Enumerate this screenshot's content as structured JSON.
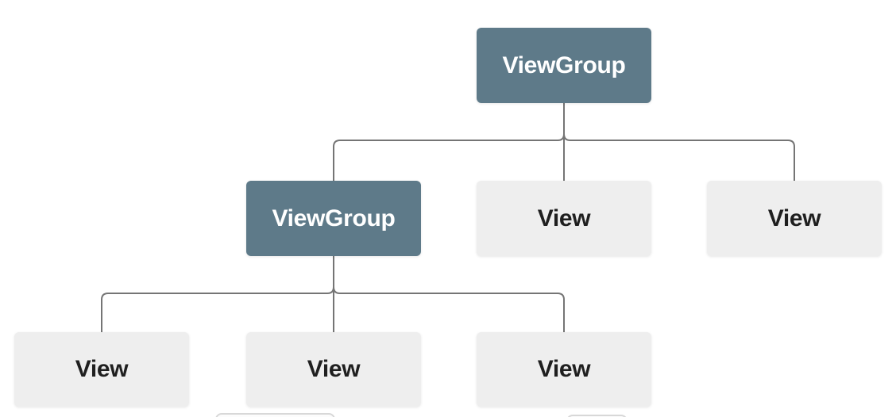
{
  "diagram": {
    "title": "view-hierarchy-tree",
    "colors": {
      "background": "#ffffff",
      "viewgroup_fill": "#5e7a89",
      "viewgroup_text": "#ffffff",
      "view_fill": "#eeeeee",
      "view_text": "#1f1f1f",
      "connector": "#757575",
      "partial_box_border": "#d8d8d8"
    },
    "nodes": [
      {
        "id": "root-viewgroup",
        "label": "ViewGroup",
        "type": "viewgroup",
        "row": 1
      },
      {
        "id": "child-viewgroup",
        "label": "ViewGroup",
        "type": "viewgroup",
        "row": 2
      },
      {
        "id": "child-view-1",
        "label": "View",
        "type": "view",
        "row": 2
      },
      {
        "id": "child-view-2",
        "label": "View",
        "type": "view",
        "row": 2
      },
      {
        "id": "leaf-view-1",
        "label": "View",
        "type": "view",
        "row": 3
      },
      {
        "id": "leaf-view-2",
        "label": "View",
        "type": "view",
        "row": 3
      },
      {
        "id": "leaf-view-3",
        "label": "View",
        "type": "view",
        "row": 3
      }
    ],
    "edges": [
      {
        "from": "root-viewgroup",
        "to": "child-viewgroup"
      },
      {
        "from": "root-viewgroup",
        "to": "child-view-1"
      },
      {
        "from": "root-viewgroup",
        "to": "child-view-2"
      },
      {
        "from": "child-viewgroup",
        "to": "leaf-view-1"
      },
      {
        "from": "child-viewgroup",
        "to": "leaf-view-2"
      },
      {
        "from": "child-viewgroup",
        "to": "leaf-view-3"
      }
    ],
    "partial_nodes_at_bottom_edge": 2
  }
}
